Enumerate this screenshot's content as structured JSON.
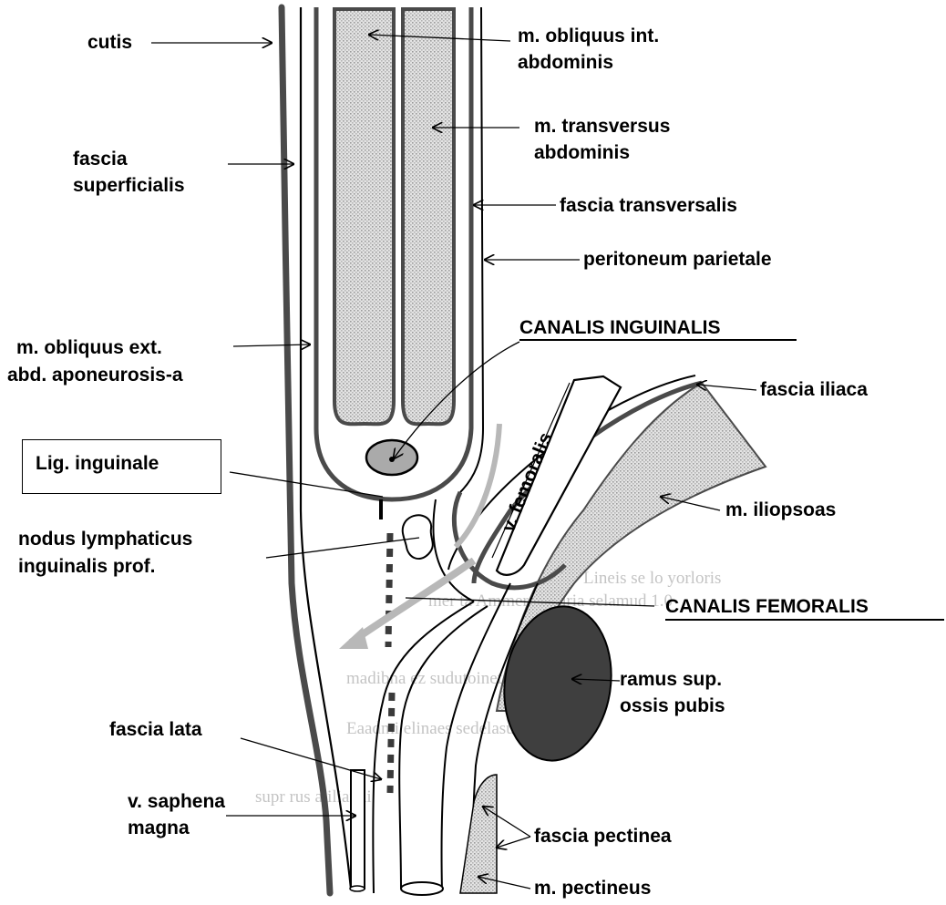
{
  "labels": {
    "cutis": "cutis",
    "obliquus_int_1": "m. obliquus int.",
    "obliquus_int_2": "abdominis",
    "transversus_1": "m. transversus",
    "transversus_2": "abdominis",
    "fascia_superficialis_1": "fascia",
    "fascia_superficialis_2": "superficialis",
    "fascia_transversalis": "fascia transversalis",
    "peritoneum": "peritoneum parietale",
    "canalis_inguinalis": "CANALIS INGUINALIS",
    "obliquus_ext_1": "m. obliquus ext.",
    "obliquus_ext_2": "abd. aponeurosis-a",
    "fascia_iliaca": "fascia iliaca",
    "lig_inguinale": "Lig. inguinale",
    "v_femoralis": "v. femoralis",
    "iliopsoas": "m. iliopsoas",
    "nodus_1": "nodus lymphaticus",
    "nodus_2": "inguinalis prof.",
    "canalis_femoralis": "CANALIS FEMORALIS",
    "ramus_1": "ramus sup.",
    "ramus_2": "ossis pubis",
    "fascia_lata": "fascia lata",
    "saphena_1": "v. saphena",
    "saphena_2": "magna",
    "fascia_pectinea": "fascia pectinea",
    "pectineus": "m. pectineus"
  },
  "colors": {
    "ink": "#000000",
    "thick_line": "#4a4a4a",
    "muscle_fill": "#d6d6d6",
    "bone_fill": "#3f3f3f",
    "arrow_grey": "#b8b8b8",
    "node_fill": "#aaaaaa"
  }
}
